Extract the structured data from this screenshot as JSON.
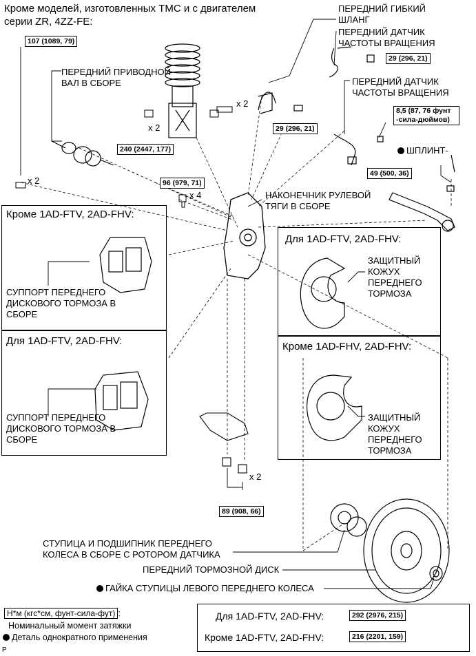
{
  "header": {
    "line1": "Кроме моделей, изготовленных ТМС и с двигателем",
    "line2": "серии ZR, 4ZZ-FE:"
  },
  "torques": {
    "t107": "107 (1089, 79)",
    "t29a": "29 (296, 21)",
    "t29b": "29 (296, 21)",
    "t85": "8,5 (87, 76 фунт -сила-дюймов)",
    "t240": "240 (2447, 177)",
    "t96": "96 (979, 71)",
    "t49": "49 (500, 36)",
    "t89": "89 (908, 66)"
  },
  "qty": {
    "x2_bolt": "x 2",
    "x2_nut": "x 2",
    "x2_left": "x 2",
    "x4": "x 4",
    "x2_bottom": "x 2"
  },
  "labels": {
    "hose": "ПЕРЕДНИЙ ГИБКИЙ ШЛАНГ",
    "sensor1": "ПЕРЕДНИЙ ДАТЧИК ЧАСТОТЫ ВРАЩЕНИЯ",
    "sensor2": "ПЕРЕДНИЙ ДАТЧИК ЧАСТОТЫ ВРАЩЕНИЯ",
    "driveshaft": "ПЕРЕДНИЙ ПРИВОДНОЙ ВАЛ В СБОРЕ",
    "splint": "ШПЛИНТ",
    "tierod": "НАКОНЕЧНИК РУЛЕВОЙ ТЯГИ В СБОРЕ",
    "hub": "СТУПИЦА И ПОДШИПНИК ПЕРЕДНЕГО КОЛЕСА В СБОРЕ С РОТОРОМ ДАТЧИКА",
    "disc": "ПЕРЕДНИЙ ТОРМОЗНОЙ ДИСК",
    "hubnut": "ГАЙКА СТУПИЦЫ ЛЕВОГО ПЕРЕДНЕГО КОЛЕСА"
  },
  "panels": {
    "p1_title": "Кроме 1AD-FTV, 2AD-FHV:",
    "p1_label": "СУППОРТ ПЕРЕДНЕГО ДИСКОВОГО ТОРМОЗА В СБОРЕ",
    "p2_title": "Для 1AD-FTV, 2AD-FHV:",
    "p2_label": "СУППОРТ ПЕРЕДНЕГО ДИСКОВОГО ТОРМОЗА В СБОРЕ",
    "p3_title": "Для 1AD-FTV, 2AD-FHV:",
    "p3_label": "ЗАЩИТНЫЙ КОЖУХ ПЕРЕДНЕГО ТОРМОЗА",
    "p4_title": "Кроме 1AD-FHV, 2AD-FHV:",
    "p4_label": "ЗАЩИТНЫЙ КОЖУХ ПЕРЕДНЕГО ТОРМОЗА"
  },
  "legend": {
    "unit": "Н*м (кгс*см, фунт-сила-фут)",
    "unit_suffix": ":",
    "nominal": "Номинальный момент затяжки",
    "single": "Деталь однократного применения"
  },
  "hubnut_table": {
    "row1_label": "Для 1AD-FTV, 2AD-FHV:",
    "row1_value": "292 (2976, 215)",
    "row2_label": "Кроме 1AD-FTV, 2AD-FHV:",
    "row2_value": "216 (2201, 159)"
  },
  "corner_mark": "P"
}
